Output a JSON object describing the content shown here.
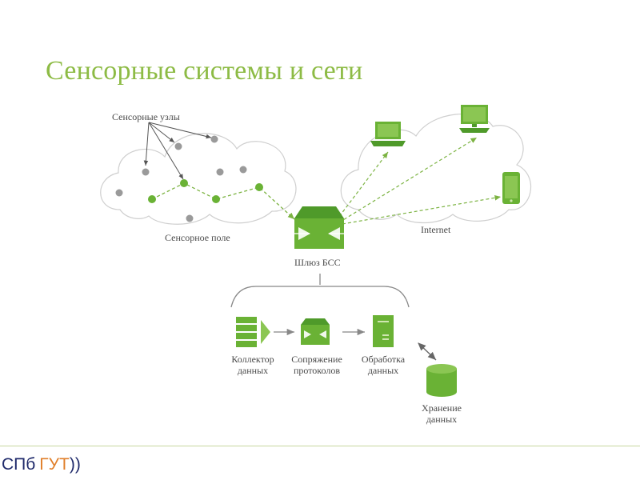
{
  "slide": {
    "title": "Сенсорные системы и сети"
  },
  "labels": {
    "sensor_nodes": "Сенсорные узлы",
    "sensor_field": "Сенсорное поле",
    "internet": "Internet",
    "gateway": "Шлюз БСС",
    "collector_line1": "Коллектор",
    "collector_line2": "данных",
    "protocol_line1": "Сопряжение",
    "protocol_line2": "протоколов",
    "processing_line1": "Обработка",
    "processing_line2": "данных",
    "storage_line1": "Хранение",
    "storage_line2": "данных"
  },
  "footer": {
    "logo_part1": "СПб",
    "logo_part2": "ГУТ",
    "logo_part3": "))"
  },
  "colors": {
    "title_green": "#8dbb45",
    "icon_green": "#6ab235",
    "icon_green_dark": "#4f9a2a",
    "node_gray": "#9a9a9a",
    "cloud_stroke": "#cfcfcf",
    "logo_blue": "#1f2a6b",
    "logo_orange": "#e07f2a"
  }
}
